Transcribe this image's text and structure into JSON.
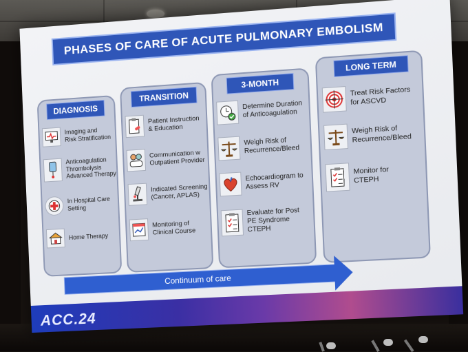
{
  "slide": {
    "title": "PHASES OF CARE OF ACUTE PULMONARY EMBOLISM",
    "continuum_label": "Continuum of care",
    "logo_text": "ACC.24"
  },
  "columns": [
    {
      "heading": "DIAGNOSIS",
      "items": [
        {
          "label": "Imaging and\nRisk Stratification",
          "icon": "monitor-heartbeat-icon"
        },
        {
          "label": "Anticoagulation\nThrombolysis\nAdvanced Therapy",
          "icon": "iv-drip-icon"
        },
        {
          "label": "In Hospital Care\nSetting",
          "icon": "medical-cross-icon"
        },
        {
          "label": "Home Therapy",
          "icon": "house-icon"
        }
      ]
    },
    {
      "heading": "TRANSITION",
      "items": [
        {
          "label": "Patient Instruction\n& Education",
          "icon": "clipboard-pill-icon"
        },
        {
          "label": "Communication w\nOutpatient Provider",
          "icon": "people-chat-icon"
        },
        {
          "label": "Indicated Screening\n(Cancer, APLAS)",
          "icon": "microscope-icon"
        },
        {
          "label": "Monitoring of\nClinical Course",
          "icon": "calendar-chart-icon"
        }
      ]
    },
    {
      "heading": "3-MONTH",
      "items": [
        {
          "label": "Determine Duration\nof Anticoagulation",
          "icon": "clock-check-icon"
        },
        {
          "label": "Weigh Risk of\nRecurrence/Bleed",
          "icon": "balance-scale-icon"
        },
        {
          "label": "Echocardiogram to\nAssess RV",
          "icon": "heart-icon"
        },
        {
          "label": "Evaluate for Post\nPE Syndrome\nCTEPH",
          "icon": "checklist-icon"
        }
      ]
    },
    {
      "heading": "LONG TERM",
      "items": [
        {
          "label": "Treat Risk Factors\nfor ASCVD",
          "icon": "target-icon"
        },
        {
          "label": "Weigh Risk of\nRecurrence/Bleed",
          "icon": "balance-scale-icon"
        },
        {
          "label": "Monitor for\nCTEPH",
          "icon": "checklist-icon"
        }
      ]
    }
  ],
  "colors": {
    "header_blue": "#2f56b8",
    "column_fill": "#c4cada",
    "arrow_blue": "#2f5fd0"
  }
}
